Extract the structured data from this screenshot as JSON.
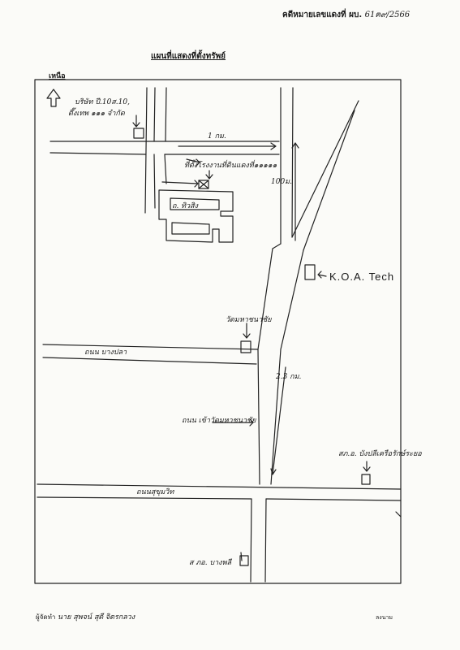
{
  "header": {
    "case_label": "คดีหมายเลขแดงที่ ผบ.",
    "case_number": "61ฅ๙/2566",
    "title": "แผนที่แสดงที่ตั้งทรัพย์",
    "north_label": "เหนือ"
  },
  "map": {
    "labels": {
      "company": "บริษัท ปี.10ส.10,",
      "company_line2": "ตึ๊งเทพ ๑๑๑ จำกัด",
      "distance_1km": "1 กม.",
      "property": "ที่ตั้งโรงงานที่ดินแดงที่๑๑๑๑๑",
      "road_lane": "ถ. ทิวสิง",
      "distance_100m": "100ม.",
      "koa_tech": "K.O.A. Tech",
      "temple": "วัดมหาชนาชัย",
      "road_west": "ถนน บางปลา",
      "distance_23km": "2.3 กม.",
      "road_temple_entry": "ถนน เข้าวัดมหาชนาชัย",
      "police_office": "สภ.อ. บังปลีเครือรักษ์ระยอ",
      "sukhumvit": "ถนนสุขุมวิท",
      "district_office": "ส ภอ. บางพลี"
    }
  },
  "footer": {
    "prepared_by_label": "ผู้จัดทำ",
    "prepared_by_name": "นาย สุพจน์ สุดี",
    "prepared_by_role": "จิตรกลวง",
    "signed_label": "ลงนาม"
  }
}
